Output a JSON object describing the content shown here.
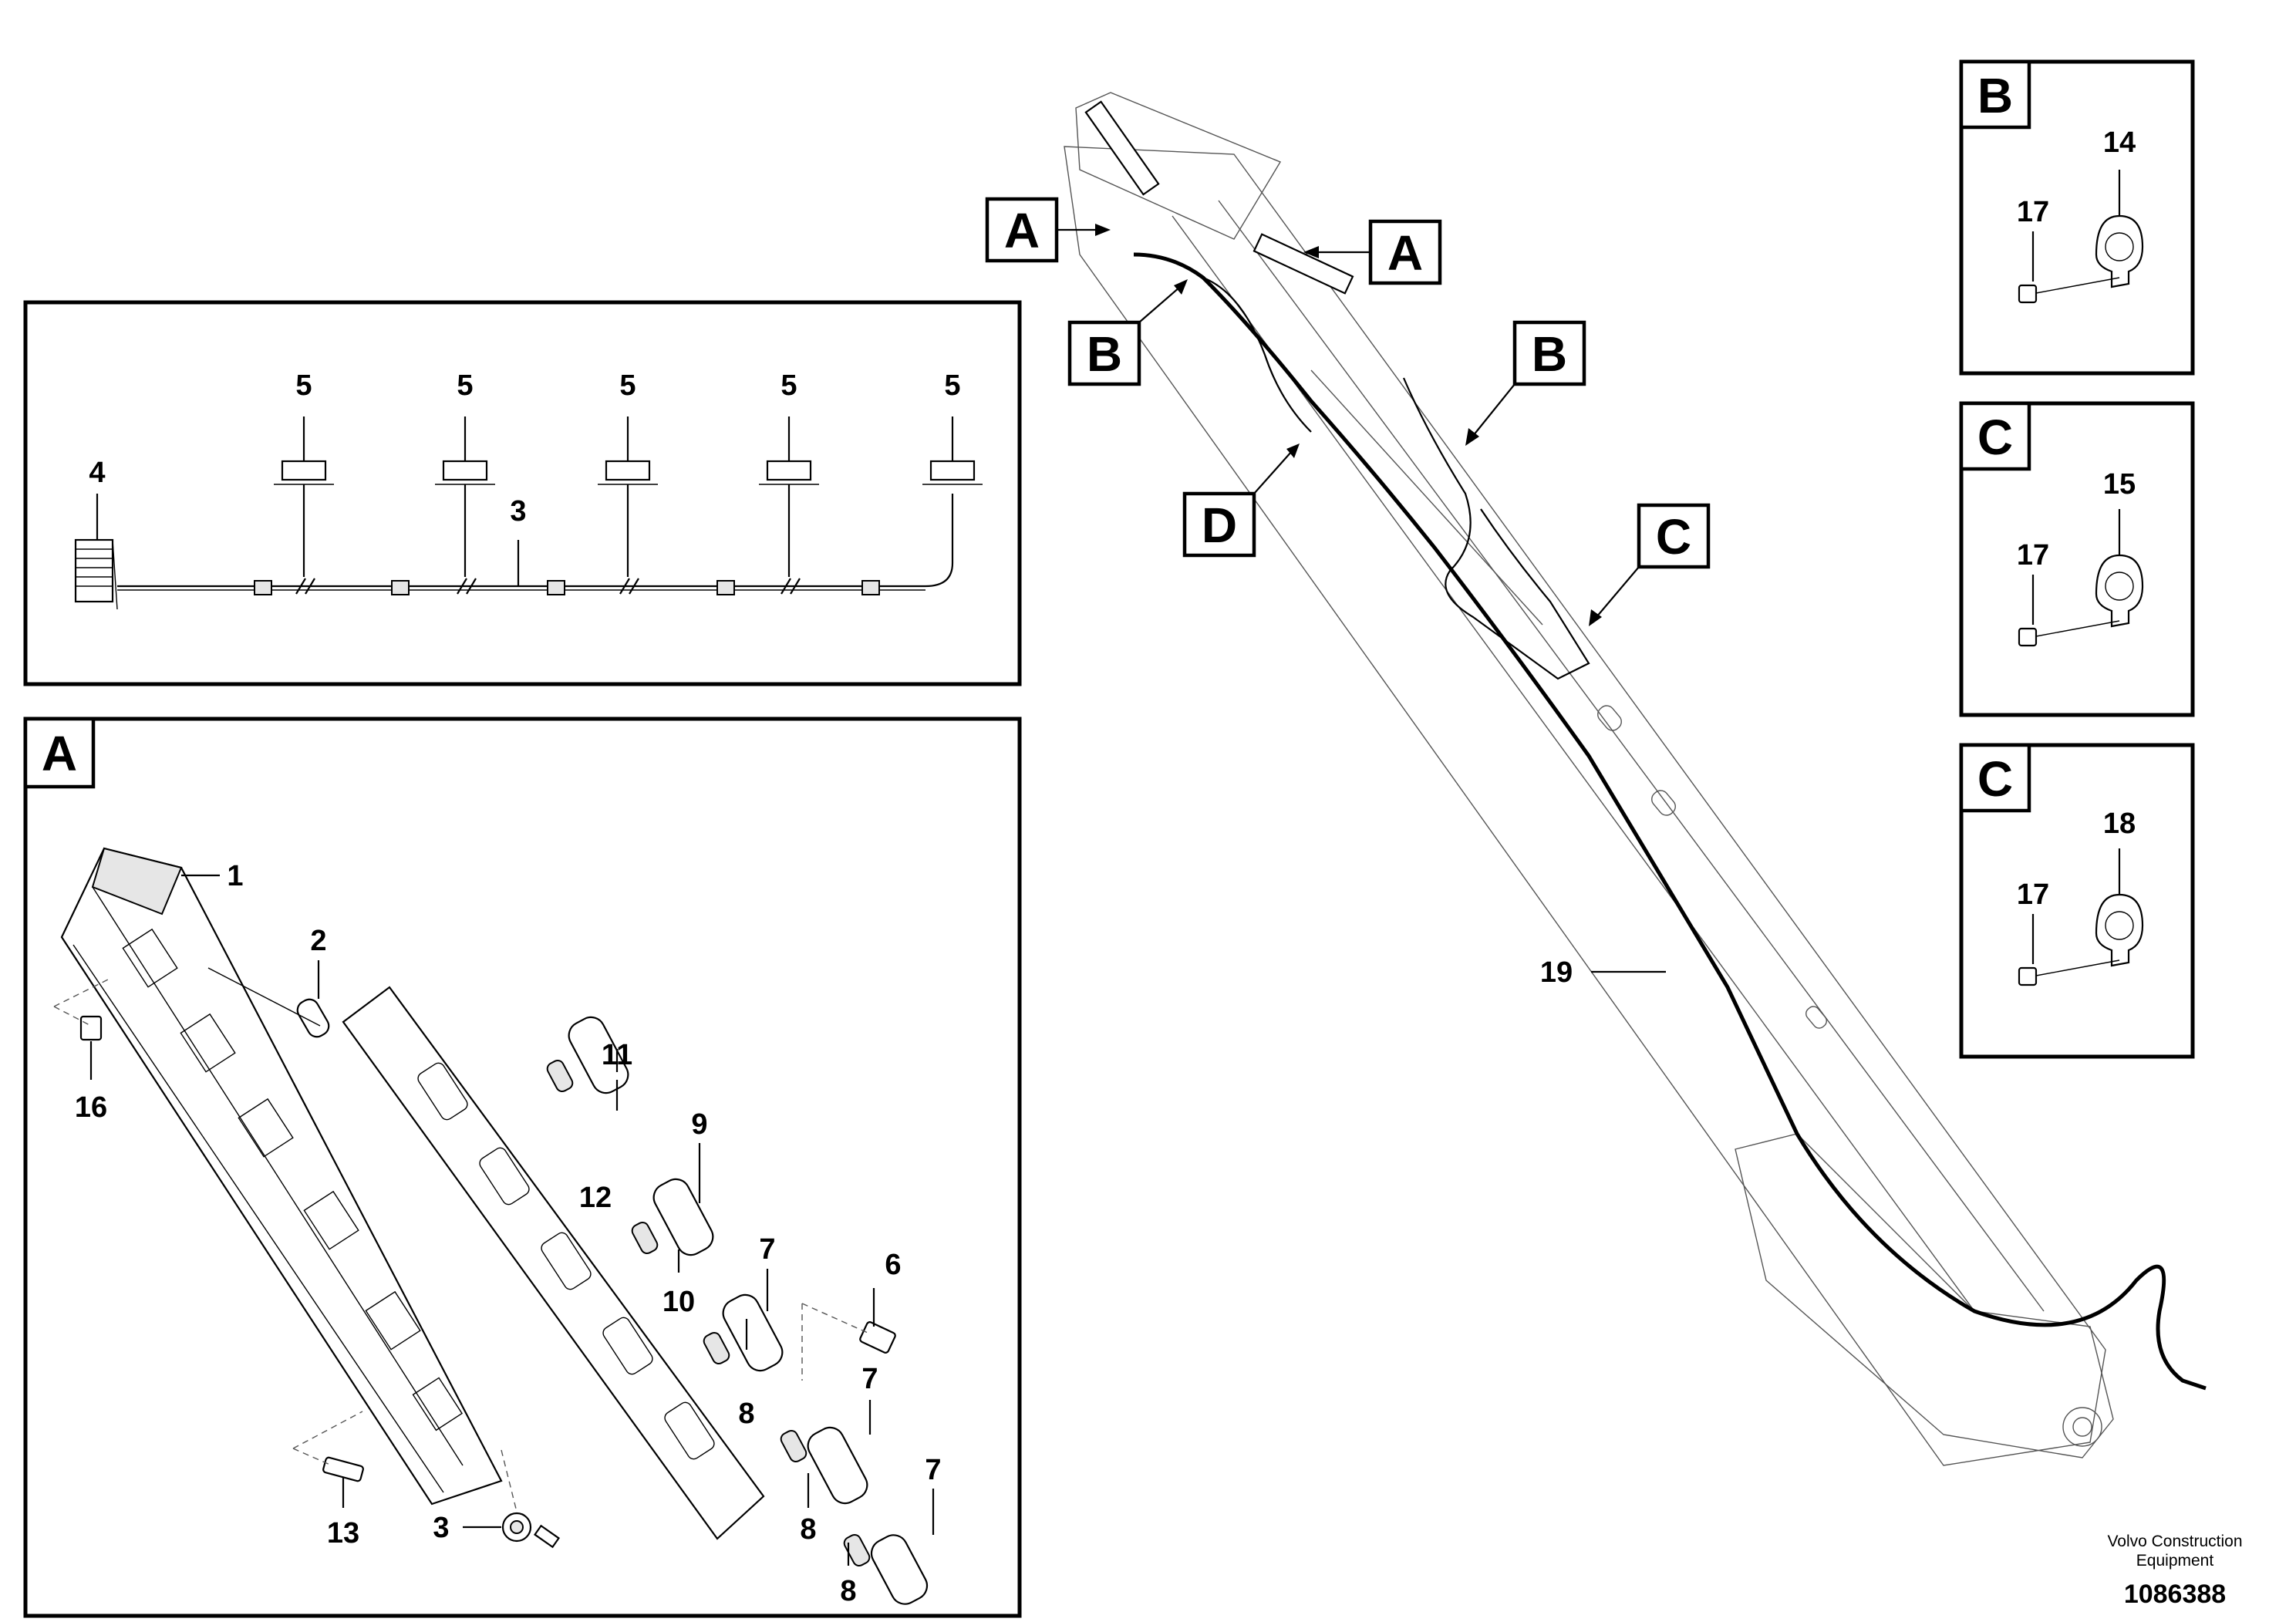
{
  "top_panel": {
    "item_4": "4",
    "item_3": "3",
    "item_5_a": "5",
    "item_5_b": "5",
    "item_5_c": "5",
    "item_5_d": "5",
    "item_5_e": "5"
  },
  "panel_a": {
    "letter": "A",
    "items": {
      "i1": "1",
      "i2": "2",
      "i3": "3",
      "i6": "6",
      "i7a": "7",
      "i7b": "7",
      "i7c": "7",
      "i8a": "8",
      "i8b": "8",
      "i8c": "8",
      "i9": "9",
      "i10": "10",
      "i11": "11",
      "i12": "12",
      "i13": "13",
      "i16": "16"
    }
  },
  "boom_view": {
    "callout_a_left": "A",
    "callout_a_right": "A",
    "callout_b_left": "B",
    "callout_b_right": "B",
    "callout_c": "C",
    "callout_d": "D",
    "item_19": "19"
  },
  "detail_b": {
    "letter": "B",
    "clamp": "14",
    "screw": "17"
  },
  "detail_c1": {
    "letter": "C",
    "clamp": "15",
    "screw": "17"
  },
  "detail_c2": {
    "letter": "C",
    "clamp": "18",
    "screw": "17"
  },
  "footer": {
    "brand_line1": "Volvo Construction",
    "brand_line2": "Equipment",
    "drawing_number": "1086388"
  }
}
